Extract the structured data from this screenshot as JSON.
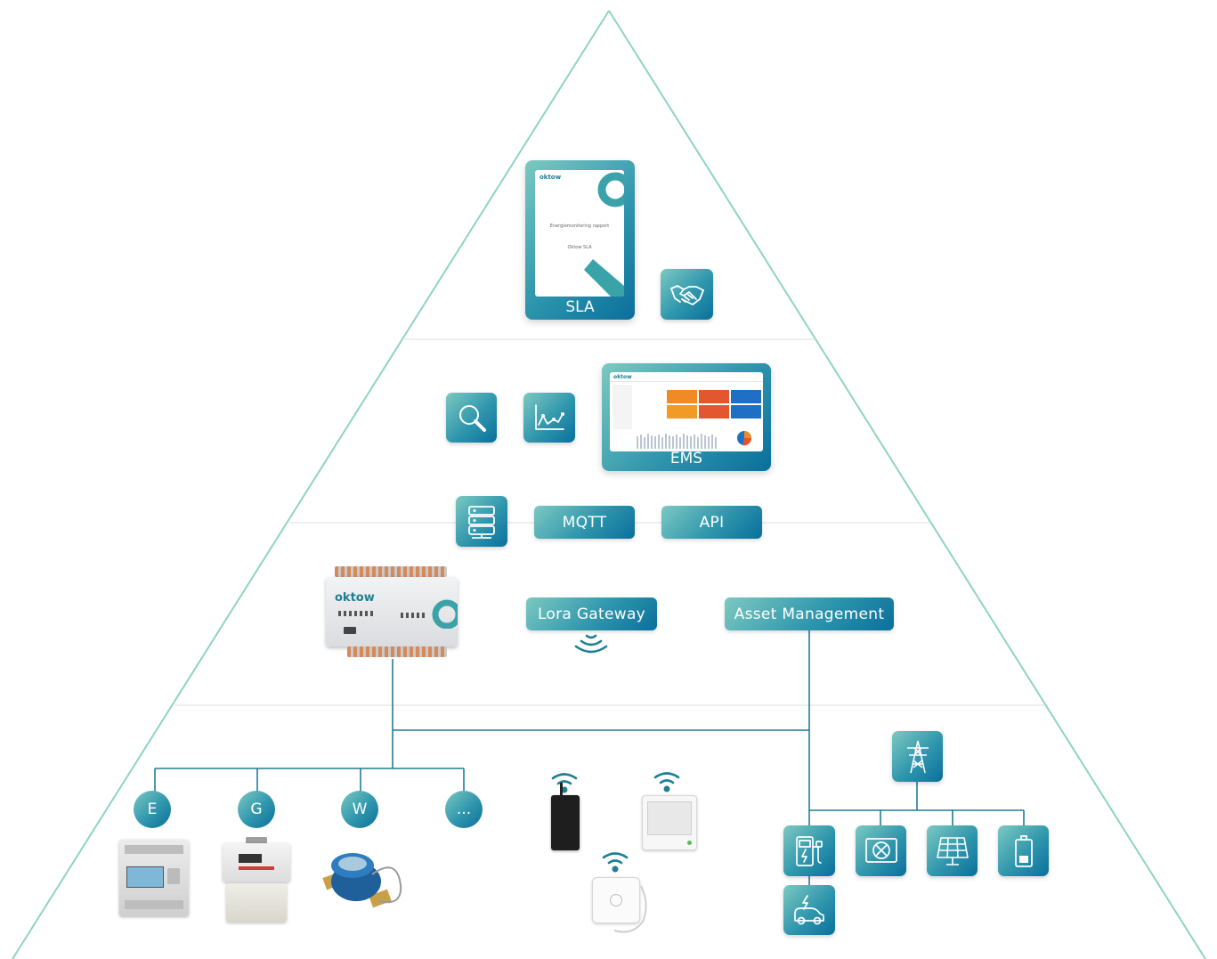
{
  "sla": {
    "label": "SLA",
    "doc_brand": "oktow",
    "doc_title": "Energiemonitoring rapport",
    "doc_subtitle": "Oktow SLA"
  },
  "ems": {
    "label": "EMS",
    "screen_brand": "oktow"
  },
  "protocols": {
    "mqtt": "MQTT",
    "api": "API"
  },
  "controller": {
    "brand": "oktow"
  },
  "lora_gateway": "Lora Gateway",
  "asset_management": "Asset Management",
  "meters": {
    "electricity": "E",
    "gas": "G",
    "water": "W",
    "more": "..."
  },
  "icons": {
    "handshake": "handshake-icon",
    "search": "search-icon",
    "chart": "chart-line-icon",
    "server": "server-icon",
    "wireless": "wireless-icon",
    "pylon": "power-pylon-icon",
    "charger": "ev-charger-icon",
    "heatpump": "heat-pump-icon",
    "solar": "solar-panel-icon",
    "battery": "battery-icon",
    "ev": "electric-car-icon"
  },
  "colors": {
    "outline": "#8fd3c4",
    "divider": "#d9d9d9",
    "connector": "#1f7f94",
    "accent_light": "#7cc9c1",
    "accent_dark": "#0a6f9c"
  }
}
